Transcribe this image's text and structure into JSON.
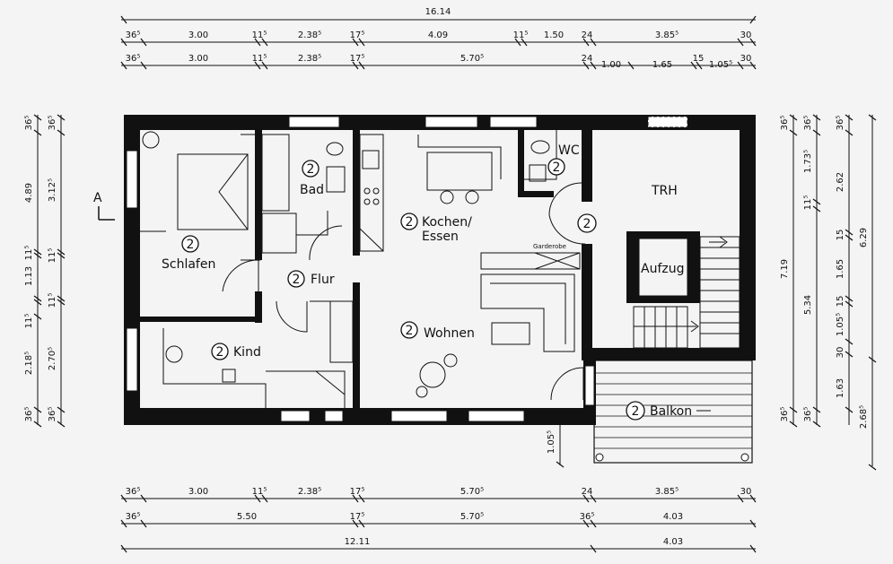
{
  "rooms": {
    "schlafen": {
      "num": "2",
      "label": "Schlafen"
    },
    "bad": {
      "num": "2",
      "label": "Bad"
    },
    "kochen": {
      "num": "2",
      "label1": "Kochen/",
      "label2": "Essen"
    },
    "wc": {
      "num": "2",
      "label": "WC"
    },
    "trh": {
      "label": "TRH"
    },
    "stair": {
      "num": "2"
    },
    "aufzug": {
      "label": "Aufzug"
    },
    "flur": {
      "num": "2",
      "label": "Flur"
    },
    "kind": {
      "num": "2",
      "label": "Kind"
    },
    "wohnen": {
      "num": "2",
      "label": "Wohnen"
    },
    "balkon": {
      "num": "2",
      "label": "Balkon"
    }
  },
  "garderobe": "Garderobe",
  "section_marker": "A",
  "dims": {
    "top_overall": "16.14",
    "top_row1": [
      "36⁵",
      "3.00",
      "11⁵",
      "2.38⁵",
      "17⁵",
      "4.09",
      "11⁵",
      "1.50",
      "24",
      "3.85⁵",
      "30"
    ],
    "top_row2": [
      "36⁵",
      "3.00",
      "11⁵",
      "2.38⁵",
      "17⁵",
      "5.70⁵",
      "24",
      "1.00",
      "1.65",
      "15",
      "1.05⁵",
      "30"
    ],
    "bottom_row1": [
      "36⁵",
      "3.00",
      "11⁵",
      "2.38⁵",
      "17⁵",
      "5.70⁵",
      "24",
      "3.85⁵",
      "30"
    ],
    "bottom_row2": [
      "36⁵",
      "5.50",
      "17⁵",
      "5.70⁵",
      "36⁵",
      "4.03"
    ],
    "bottom_row3": [
      "12.11",
      "4.03"
    ],
    "left_outer": [
      "4.89",
      "1.13",
      "2.18⁵"
    ],
    "left_inner": [
      "36⁵",
      "3.12⁵",
      "11⁵",
      "11⁵",
      "2.70⁵",
      "36⁵"
    ],
    "left_top": "36⁵",
    "left_11": "11⁵",
    "right_a": [
      "36⁵",
      "7.19",
      "36⁵"
    ],
    "right_b": [
      "1.73⁵",
      "11⁵",
      "5.34",
      "36⁵"
    ],
    "right_c": [
      "36⁵",
      "2.62",
      "15",
      "1.65",
      "15",
      "1.05⁵",
      "30",
      "1.63"
    ],
    "right_d": [
      "6.29",
      "2.68⁵"
    ],
    "balcony_depth": "1.05⁵"
  }
}
